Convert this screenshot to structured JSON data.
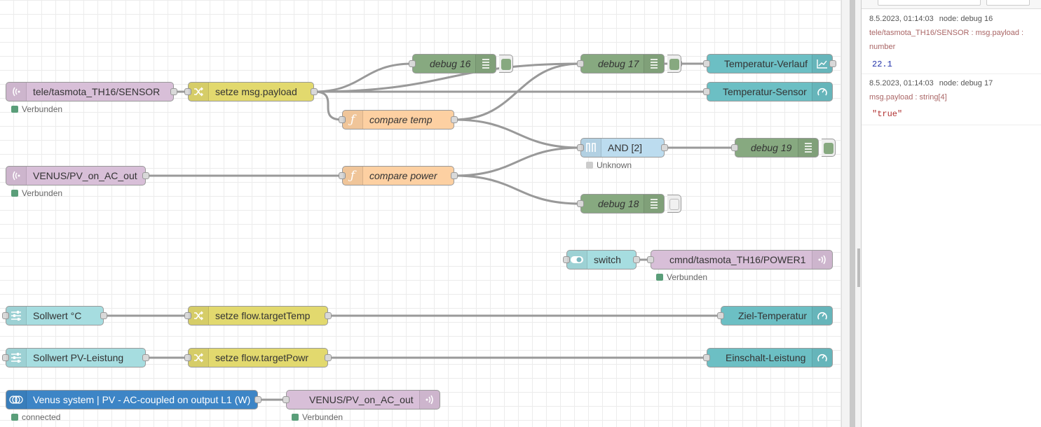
{
  "colors": {
    "mqtt": "#d8bfd8",
    "change": "#e2d96e",
    "function": "#fdd0a2",
    "debug": "#87a980",
    "dashboard": "#6cbfc4",
    "inject_ui": "#a6dde0",
    "and_gate": "#bcdcef",
    "victron": "#3d85c6",
    "status_green": "#5a9e79",
    "status_grey": "#cccccc"
  },
  "nodes": {
    "mqtt_in_th16": {
      "label": "tele/tasmota_TH16/SENSOR",
      "status": "Verbunden"
    },
    "change_payload": {
      "label": "setze msg.payload"
    },
    "debug16": {
      "label": "debug 16"
    },
    "debug17": {
      "label": "debug 17"
    },
    "chart_temp": {
      "label": "Temperatur-Verlauf"
    },
    "gauge_temp": {
      "label": "Temperatur-Sensor"
    },
    "func_compare_temp": {
      "label": "compare temp"
    },
    "and_gate": {
      "label": "AND [2]",
      "status": "Unknown"
    },
    "debug19": {
      "label": "debug 19"
    },
    "mqtt_in_venus": {
      "label": "VENUS/PV_on_AC_out",
      "status": "Verbunden"
    },
    "func_compare_power": {
      "label": "compare power"
    },
    "debug18": {
      "label": "debug 18"
    },
    "switch": {
      "label": "switch"
    },
    "mqtt_out_power": {
      "label": "cmnd/tasmota_TH16/POWER1",
      "status": "Verbunden"
    },
    "slider_temp": {
      "label": "Sollwert °C"
    },
    "change_target_temp": {
      "label": "setze flow.targetTemp"
    },
    "gauge_target_temp": {
      "label": "Ziel-Temperatur"
    },
    "slider_power": {
      "label": "Sollwert PV-Leistung"
    },
    "change_target_power": {
      "label": "setze flow.targetPowr"
    },
    "gauge_power": {
      "label": "Einschalt-Leistung"
    },
    "victron_node": {
      "label": "Venus system | PV - AC-coupled on output L1 (W)",
      "status": "connected"
    },
    "mqtt_out_venus": {
      "label": "VENUS/PV_on_AC_out",
      "status": "Verbunden"
    }
  },
  "debug_messages": [
    {
      "time": "8.5.2023, 01:14:03",
      "node": "node: debug 16",
      "topic": "tele/tasmota_TH16/SENSOR : msg.payload :",
      "type": "number",
      "value": "22.1",
      "value_color": "#2233aa"
    },
    {
      "time": "8.5.2023, 01:14:03",
      "node": "node: debug 17",
      "topic": "msg.payload : string[4]",
      "type": "",
      "value": "\"true\"",
      "value_color": "#b03030"
    }
  ]
}
